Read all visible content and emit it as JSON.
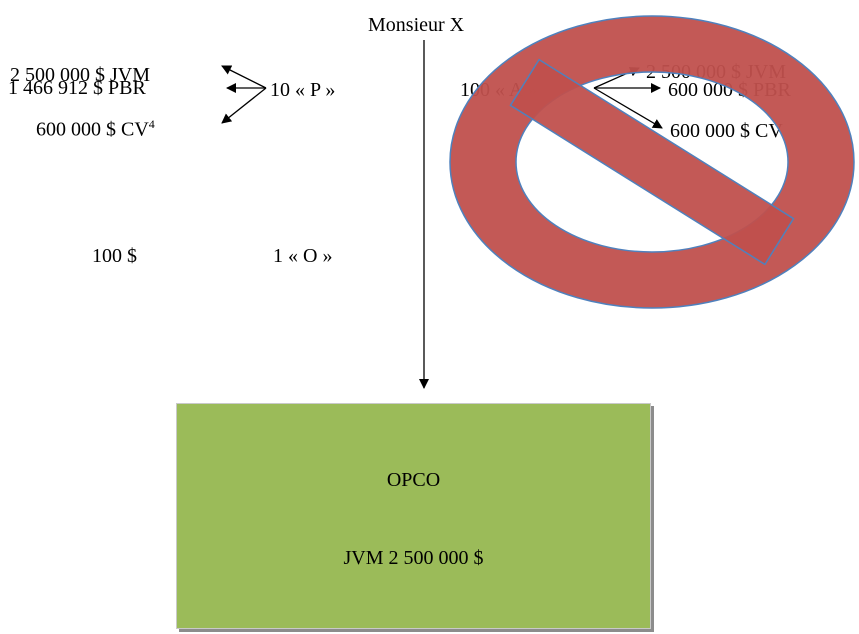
{
  "title": "Monsieur X",
  "left_shares": {
    "values": [
      "2 500 000 $ JVM",
      "1 466 912 $ PBR",
      "600 000 $ CV"
    ],
    "cv_footnote": "4",
    "label": "10 « P »"
  },
  "common_share": {
    "amount": "100 $",
    "label": "1 « O »"
  },
  "crossed_out_option": {
    "label": "100 « A »",
    "values": [
      "2 500 000 $ JVM",
      "600 000 $ PBR",
      "600 000 $ CV"
    ],
    "prohibition_fill": "#c0504d",
    "prohibition_stroke": "#4f81bd"
  },
  "opco": {
    "name": "OPCO",
    "valuation": "JVM  2 500 000 $",
    "fill": "#9bbb59"
  }
}
